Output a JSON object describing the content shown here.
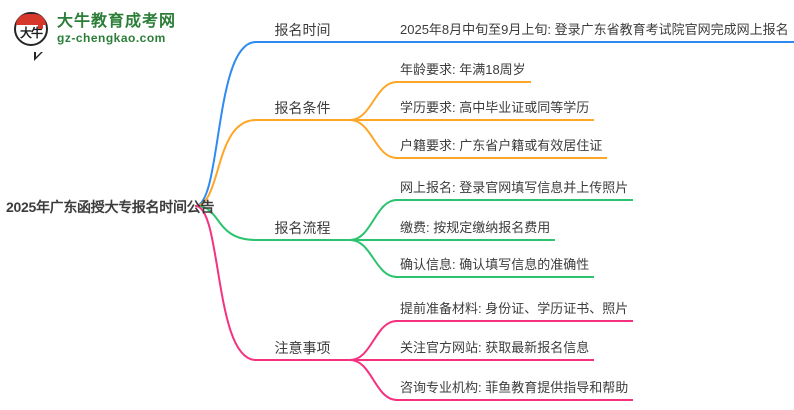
{
  "logo": {
    "mark_text": "大牛",
    "site_name": "大牛教育成考网",
    "site_domain": "gz-chengkao.com",
    "brand_green": "#2B7E38",
    "mark_red": "#D6392C",
    "mark_ink": "#1E1E1E"
  },
  "root": {
    "title": "2025年广东函授大专报名时间公告"
  },
  "text_color": "#3C3C3C",
  "branches": [
    {
      "label": "报名时间",
      "color": "#2F8BF0",
      "leaves": [
        "2025年8月中旬至9月上旬: 登录广东省教育考试院官网完成网上报名"
      ]
    },
    {
      "label": "报名条件",
      "color": "#FFA627",
      "leaves": [
        "年龄要求: 年满18周岁",
        "学历要求: 高中毕业证或同等学历",
        "户籍要求: 广东省户籍或有效居住证"
      ]
    },
    {
      "label": "报名流程",
      "color": "#2BC36E",
      "leaves": [
        "网上报名: 登录官网填写信息并上传照片",
        "缴费: 按规定缴纳报名费用",
        "确认信息: 确认填写信息的准确性"
      ]
    },
    {
      "label": "注意事项",
      "color": "#F5317F",
      "leaves": [
        "提前准备材料: 身份证、学历证书、照片",
        "关注官方网站: 获取最新报名信息",
        "咨询专业机构: 菲鱼教育提供指导和帮助"
      ]
    }
  ]
}
